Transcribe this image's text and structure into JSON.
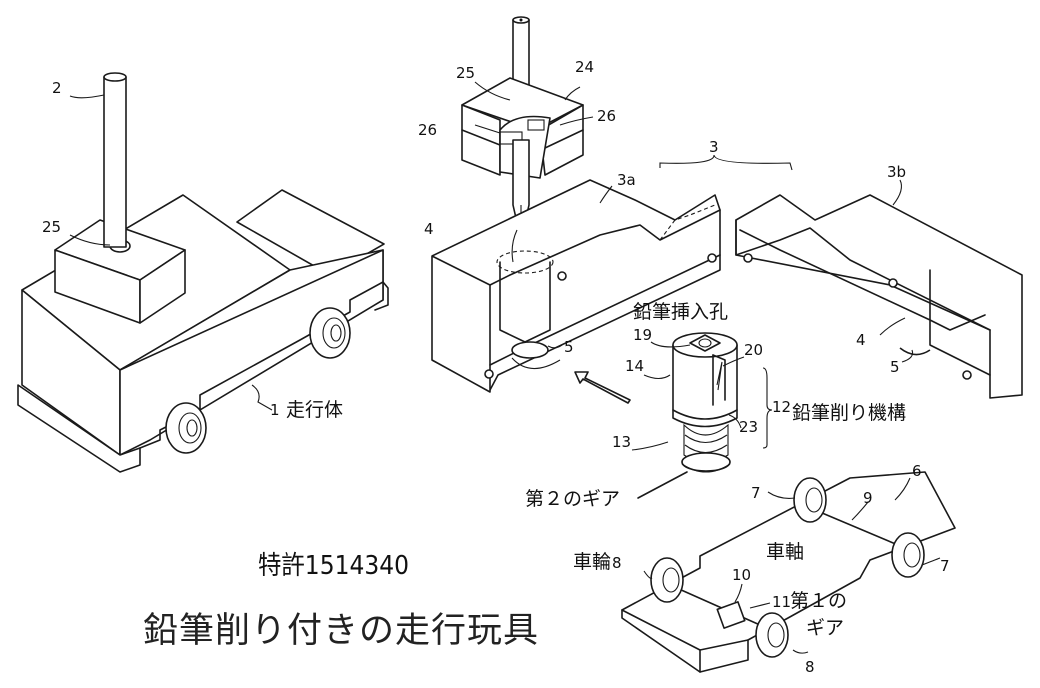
{
  "figure": {
    "patent_number": "特許1514340",
    "invention_title": "鉛筆削り付きの走行玩具"
  },
  "reference_numerals": {
    "pencil": "2",
    "pencil_holder": "25",
    "cap_block": "24",
    "clip": "26",
    "housing": "3",
    "housing_half_a": "3a",
    "housing_half_b": "3b",
    "cavity_a": "4",
    "cavity_b": "4",
    "gear_opening_a": "5",
    "gear_opening_b": "5",
    "body": "1",
    "sharpener_mechanism": "12",
    "sharpener_head": "14",
    "spring_gear": "13",
    "insert_hole": "19",
    "blade": "20",
    "blade_screw": "23",
    "chassis": "6",
    "rear_wheel_1": "7",
    "rear_wheel_2": "7",
    "front_wheel_1": "8",
    "front_wheel_2": "8",
    "rear_axle": "9",
    "front_axle": "10",
    "first_gear": "11"
  },
  "annotations": {
    "body": "走行体",
    "insert_hole": "鉛筆挿入孔",
    "sharpener_mechanism": "鉛筆削り機構",
    "second_gear": "第２のギア",
    "wheel": "車輪",
    "axle": "車軸",
    "first_gear_line1": "第１の",
    "first_gear_line2": "ギア"
  }
}
